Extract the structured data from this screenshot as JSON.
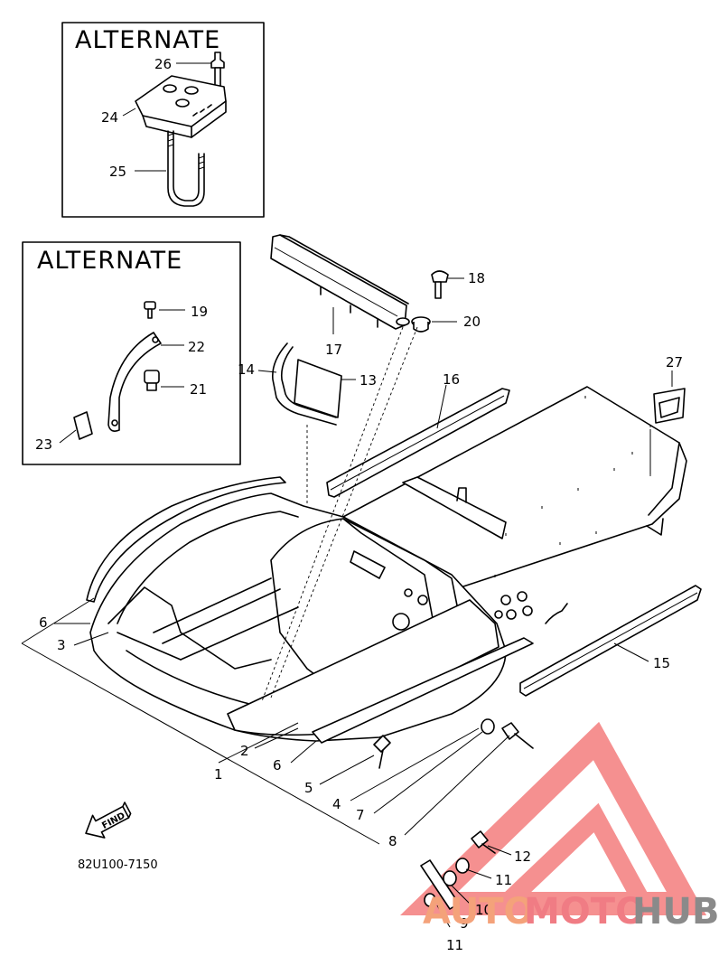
{
  "boxes": [
    {
      "title": "ALTERNATE"
    },
    {
      "title": "ALTERNATE"
    }
  ],
  "callouts": {
    "c1": "1",
    "c2": "2",
    "c3": "3",
    "c4": "4",
    "c5": "5",
    "c6a": "6",
    "c6b": "6",
    "c7": "7",
    "c8": "8",
    "c9": "9",
    "c10": "10",
    "c11a": "11",
    "c11b": "11",
    "c12": "12",
    "c13": "13",
    "c14": "14",
    "c15": "15",
    "c16": "16",
    "c17": "17",
    "c18": "18",
    "c19": "19",
    "c20": "20",
    "c21": "21",
    "c22": "22",
    "c23": "23",
    "c24": "24",
    "c25": "25",
    "c26": "26",
    "c27": "27"
  },
  "find_label": "FIND",
  "part_code": "82U100-7150",
  "watermark": {
    "part1": "AUTO",
    "part2": "MOTO",
    "part3": "HUB"
  },
  "colors": {
    "ink": "#000000",
    "paper": "#ffffff",
    "wm_triangle": "#f26b6b",
    "wm_orange": "#f4a27a",
    "wm_grey": "#8a8a8a"
  }
}
